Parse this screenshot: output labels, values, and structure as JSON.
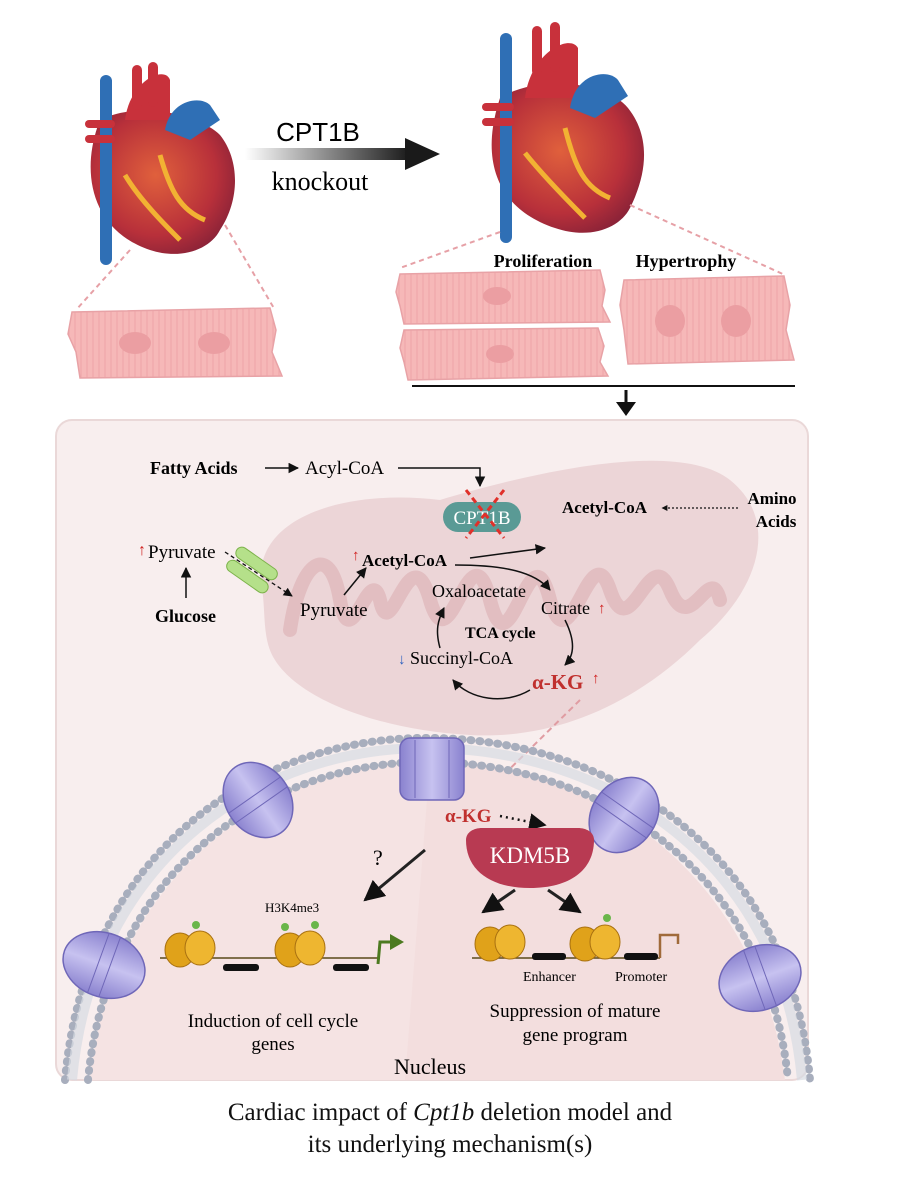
{
  "top": {
    "arrow_label_line1": "CPT1B",
    "arrow_label_line2": "knockout",
    "label_proliferation": "Proliferation",
    "label_hypertrophy": "Hypertrophy"
  },
  "pathway": {
    "fatty_acids": "Fatty Acids",
    "acyl_coa": "Acyl-CoA",
    "cpt1b": "CPT1B",
    "acetyl_coa_right": "Acetyl-CoA",
    "amino_acids_line1": "Amino",
    "amino_acids_line2": "Acids",
    "pyruvate_cytosol": "Pyruvate",
    "glucose": "Glucose",
    "pyruvate_mito": "Pyruvate",
    "acetyl_coa_mito": "Acetyl-CoA",
    "oxaloacetate": "Oxaloacetate",
    "citrate": "Citrate",
    "tca_cycle": "TCA cycle",
    "succinyl_coa": "Succinyl-CoA",
    "akg": "α-KG"
  },
  "nucleus": {
    "akg": "α-KG",
    "kdm5b": "KDM5B",
    "question": "?",
    "h3k4me3": "H3K4me3",
    "enhancer": "Enhancer",
    "promoter": "Promoter",
    "induction_line1": "Induction of cell cycle",
    "induction_line2": "genes",
    "suppression_line1": "Suppression of mature",
    "suppression_line2": "gene program",
    "nucleus_label": "Nucleus"
  },
  "caption": {
    "line1_pre": "Cardiac impact of ",
    "line1_italic": "Cpt1b",
    "line1_post": " deletion model and",
    "line2": "its underlying mechanism(s)"
  },
  "colors": {
    "up_arrow": "#d0201f",
    "down_arrow": "#2a5fc0",
    "akg_red": "#c0302e",
    "kdm5b": "#b83a52",
    "cardiomyocyte": "#f6b8b8",
    "panel_bg": "#f8eeee",
    "mito": "#e8c6c8",
    "pore": "#a9a3dc"
  }
}
